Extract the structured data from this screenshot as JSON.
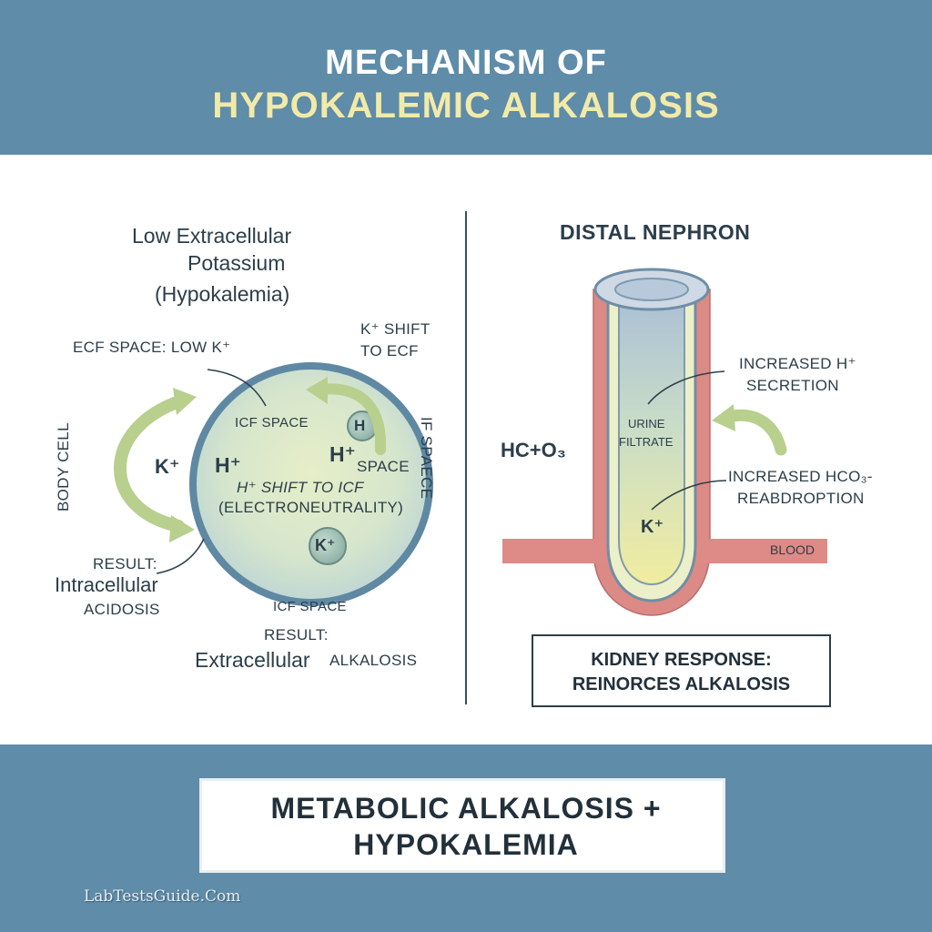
{
  "header": {
    "title_line1": "MECHANISM OF",
    "title_line2": "HYPOKALEMIC ALKALOSIS"
  },
  "left_panel": {
    "heading_line1": "Low Extracellular",
    "heading_line2": "Potassium",
    "heading_line3": "(Hypokalemia)",
    "ecf_label": "ECF SPACE: LOW K⁺",
    "k_shift_line1": "K⁺ SHIFT",
    "k_shift_line2": "TO ECF",
    "body_cell_label": "BODY CELL",
    "if_space_label": "IF SPAECE",
    "k_arrow_label": "K⁺",
    "cell": {
      "icf_space_top": "ICF SPACE",
      "h_ion_badge": "H",
      "h_left": "H⁺",
      "h_right": "H⁺",
      "space": "SPACE",
      "shift_line1": "H⁺ SHIFT TO ICF",
      "shift_line2": "(ELECTRONEUTRALITY)",
      "k_badge": "K⁺"
    },
    "icf_space_bottom": "ICF SPACE",
    "result_left_line1": "RESULT:",
    "result_left_line2": "Intracellular",
    "result_left_line3": "ACIDOSIS",
    "result_bottom_line1": "RESULT:",
    "result_bottom_line2": "Extracellular",
    "result_bottom_line3": "ALKALOSIS"
  },
  "right_panel": {
    "heading": "DISTAL NEPHRON",
    "h_secretion_line1": "INCREASED H⁺",
    "h_secretion_line2": "SECRETION",
    "hco3_label": "HC+O₃",
    "urine_line1": "URINE",
    "urine_line2": "FILTRATE",
    "hco3_reabsorption_line1": "INCREASED HCO₃-",
    "hco3_reabsorption_line2": "REABDROPTION",
    "k_ion": "K⁺",
    "blood_label": "BLOOD",
    "kidney_line1": "KIDNEY RESPONSE:",
    "kidney_line2": "REINORCES ALKALOSIS"
  },
  "footer": {
    "result_line1": "METABOLIC ALKALOSIS +",
    "result_line2": "HYPOKALEMIA",
    "watermark": "LabTestsGuide.Com"
  },
  "colors": {
    "band": "#5e8ca9",
    "title_accent": "#f2eaa8",
    "arrow_green": "#b8cf8e",
    "cell_border": "#5f88a3",
    "tubule_red": "#d98080",
    "text_dark": "#2c3e4a"
  }
}
